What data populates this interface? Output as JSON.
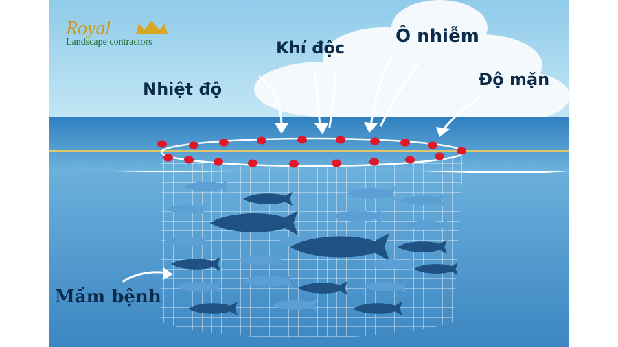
{
  "labels": {
    "temperature": "Nhiệt độ",
    "toxic_gas": "Khí độc",
    "pollution": "Ô nhiễm",
    "salinity": "Độ mặn",
    "pathogen": "Mầm bệnh"
  },
  "logo": {
    "word": "Royal",
    "sub": "Landscape contractors"
  },
  "colors": {
    "sky": "#bfe6f7",
    "sea": "#5aa3d4",
    "deep_sea": "#3a86c4",
    "buoy": "#e0182a",
    "fish_dark": "#1f5283",
    "fish_light": "#5b9fd5",
    "label": "#0c2a4a",
    "logo_gold": "#c99a1e",
    "logo_green": "#1c6b2a"
  }
}
